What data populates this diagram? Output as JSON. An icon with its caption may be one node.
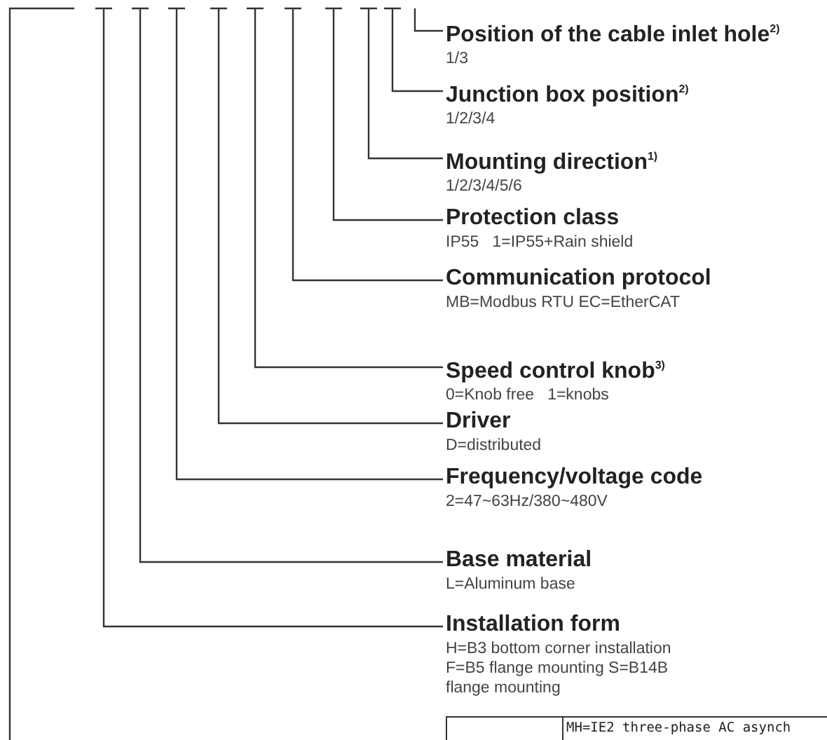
{
  "diagram": {
    "nodes": [
      {
        "text": [
          "Position of the cable inlet hole$^{2)}$",
          "1/3"
        ]
      },
      {
        "text": [
          "Junction box position$^{2)}$",
          "1/2/3/4"
        ]
      },
      {
        "text": [
          "Mounting direction$^{1)}$",
          "1/2/3/4/5/6"
        ]
      },
      {
        "text": [
          "Protection class",
          "IP55   1=IP55+Rain shield"
        ]
      },
      {
        "text": [
          "Communication protocol",
          "MB=Modbus RTU EC=EtherCAT"
        ]
      },
      {
        "text": [
          "Speed control knob$^{3)}$",
          "0=Knob free   1=knobs"
        ]
      },
      {
        "text": [
          "Driver",
          "D=distributed"
        ]
      },
      {
        "text": [
          "Frequency/voltage code",
          "2=47~63Hz/380~480V"
        ]
      },
      {
        "text": [
          "Base material",
          "L=Aluminum base"
        ]
      },
      {
        "text": [
          "Installation form",
          "H=B3 bottom corner installation F=B5 flange mounting S=B14B flange mounting"
        ]
      }
    ],
    "edges": [
      {
        "from": null,
        "to": 0,
        "arrow": "none"
      },
      {
        "from": null,
        "to": 1,
        "arrow": "none"
      },
      {
        "from": null,
        "to": 2,
        "arrow": "none"
      },
      {
        "from": null,
        "to": 3,
        "arrow": "none"
      },
      {
        "from": null,
        "to": 4,
        "arrow": "none"
      },
      {
        "from": null,
        "to": 5,
        "arrow": "none"
      },
      {
        "from": null,
        "to": 6,
        "arrow": "none"
      },
      {
        "from": null,
        "to": 7,
        "arrow": "none"
      },
      {
        "from": null,
        "to": 8,
        "arrow": "none"
      },
      {
        "from": null,
        "to": 9,
        "arrow": "none"
      }
    ],
    "labels": [
      "MH=IE2 three-phase AC asynch"
    ]
  }
}
